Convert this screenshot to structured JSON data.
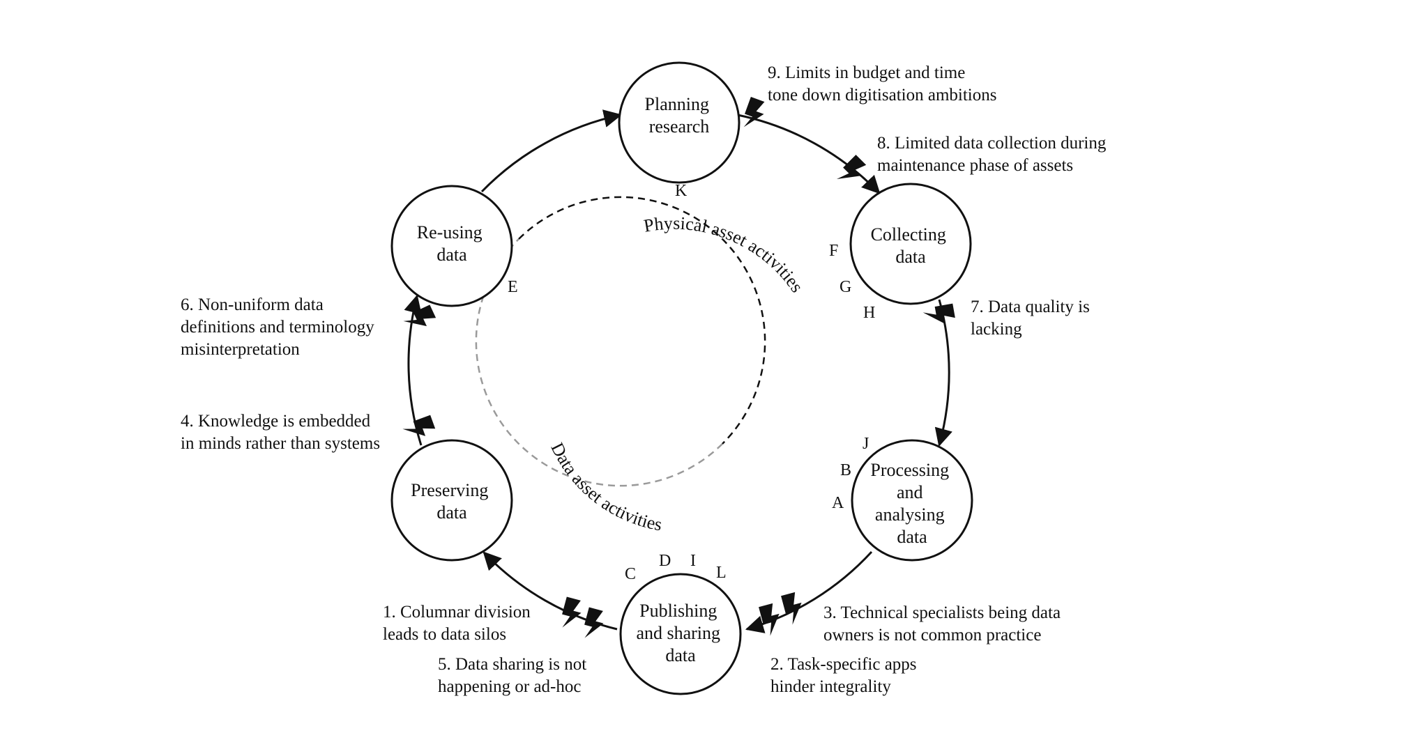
{
  "nodes": {
    "planning": [
      "Planning",
      "research"
    ],
    "collecting": [
      "Collecting",
      "data"
    ],
    "processing": [
      "Processing",
      "and",
      "analysing",
      "data"
    ],
    "publishing": [
      "Publishing",
      "and sharing",
      "data"
    ],
    "preserving": [
      "Preserving",
      "data"
    ],
    "reusing": [
      "Re-using",
      "data"
    ]
  },
  "issues": {
    "i1": [
      "1. Columnar division",
      "leads to data silos"
    ],
    "i2": [
      "2. Task-specific apps",
      "hinder integrality"
    ],
    "i3": [
      "3. Technical specialists being data",
      "owners is not common practice"
    ],
    "i4": [
      "4. Knowledge is embedded",
      "in minds rather than systems"
    ],
    "i5": [
      "5. Data sharing is not",
      "happening or ad-hoc"
    ],
    "i6": [
      "6. Non-uniform data",
      "definitions and terminology",
      "misinterpretation"
    ],
    "i7": [
      "7. Data quality is",
      "lacking"
    ],
    "i8": [
      "8. Limited data collection during",
      "maintenance phase of assets"
    ],
    "i9": [
      "9. Limits in budget and time",
      "tone down digitisation ambitions"
    ]
  },
  "letters": {
    "A": "A",
    "B": "B",
    "C": "C",
    "D": "D",
    "E": "E",
    "F": "F",
    "G": "G",
    "H": "H",
    "I": "I",
    "J": "J",
    "K": "K",
    "L": "L"
  },
  "inner": {
    "physical": "Physical asset activities",
    "data": "Data asset activities"
  },
  "colors": {
    "ink": "#111111",
    "physical_dash": "#111111",
    "data_dash": "#9a9a9a"
  }
}
